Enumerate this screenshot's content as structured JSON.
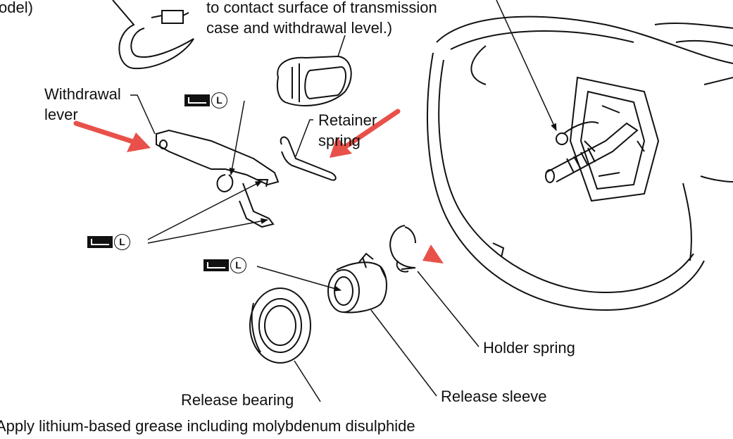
{
  "labels": {
    "model_fragment": "odel)",
    "note_line1": "to contact surface of transmission",
    "note_line2": "case and withdrawal level.)",
    "withdrawal_lever_line1": "Withdrawal",
    "withdrawal_lever_line2": "lever",
    "retainer_spring_line1": "Retainer",
    "retainer_spring_line2": "spring",
    "holder_spring": "Holder spring",
    "release_sleeve": "Release sleeve",
    "release_bearing": "Release bearing",
    "footnote": "Apply lithium-based grease including molybdenum disulphide"
  },
  "grease_badge": {
    "letter": "L"
  },
  "colors": {
    "line": "#111111",
    "highlight_arrow": "#e8514a",
    "background": "#ffffff"
  }
}
